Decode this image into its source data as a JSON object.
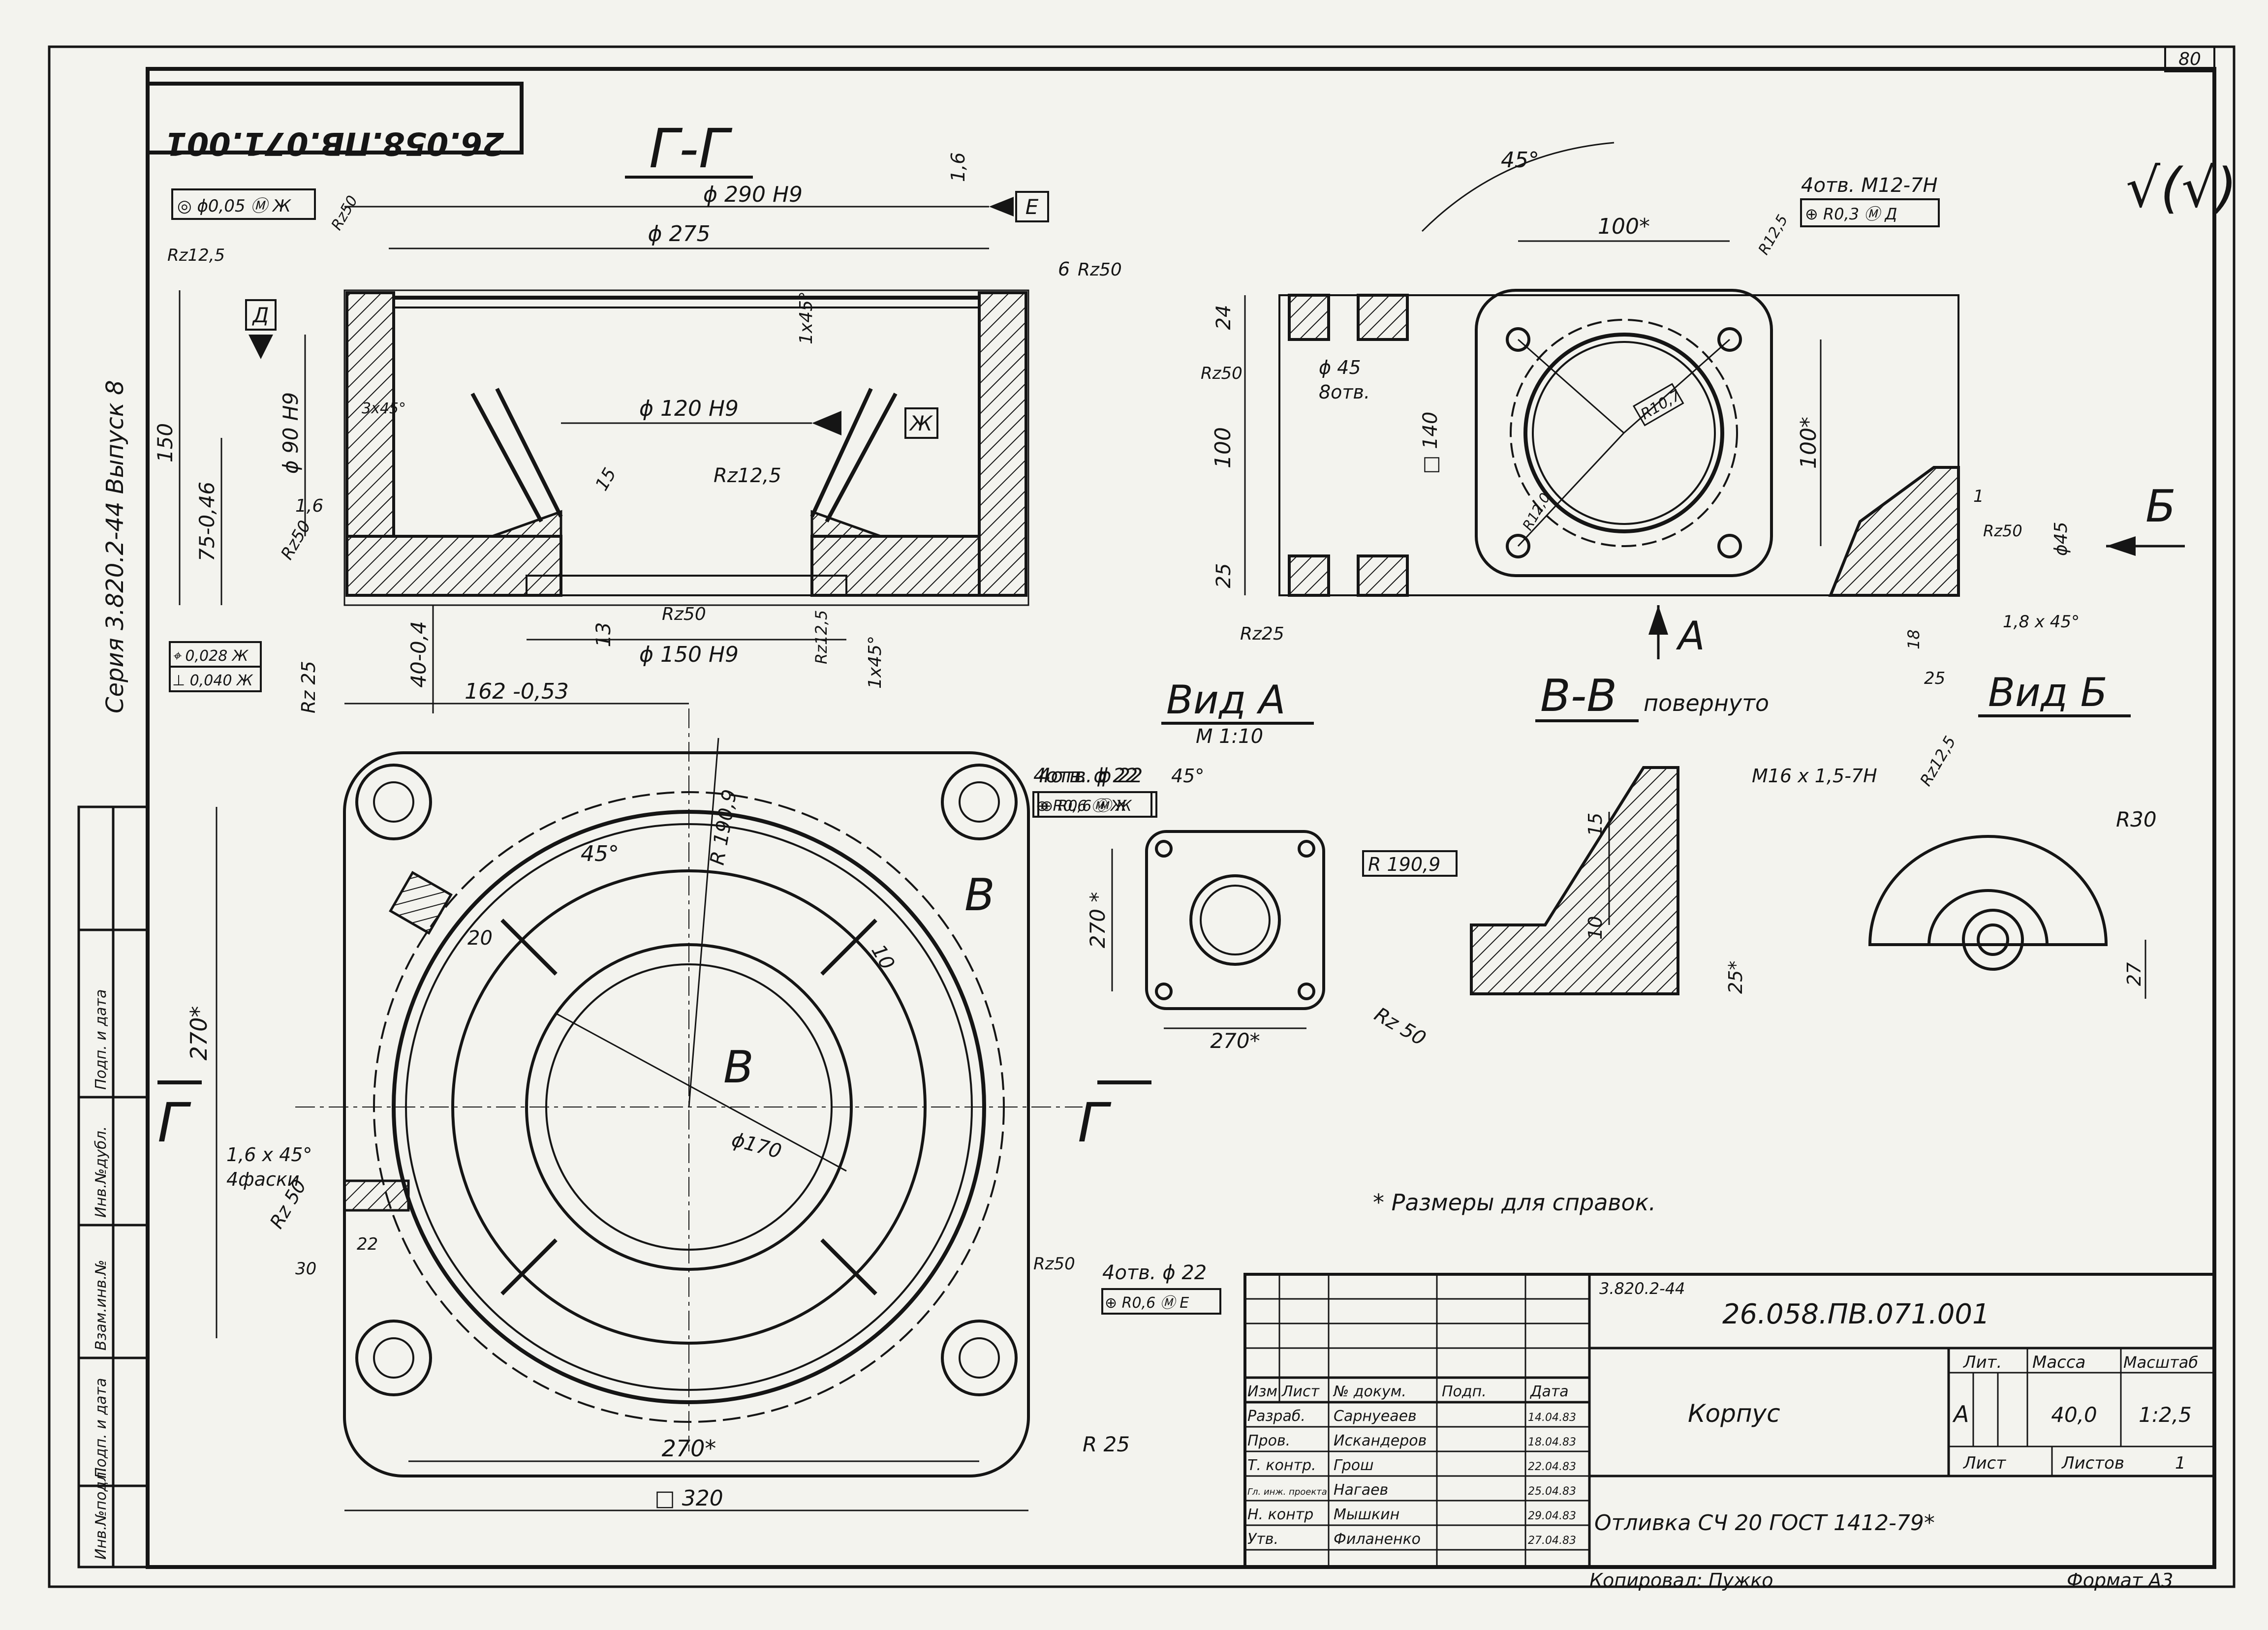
{
  "sheet": {
    "number": "80",
    "rotated_code": "26.058.ПВ.071.001",
    "series": "Серия 3.820.2-44 Выпуск 8",
    "roughness_symbol": "√(√)",
    "note": "* Размеры для справок.",
    "copied_by": "Копировал: Пужко",
    "format": "Формат А3"
  },
  "left_strip": [
    "Инв.№подл.",
    "Подп. и дата",
    "Взам.инв.№",
    "Инв.№дубл.",
    "Подп. и дата"
  ],
  "section_gg": {
    "title": "Г-Г",
    "tol_top": "◎ ϕ0,05 Ⓜ Ж",
    "datum_e": "Е",
    "datum_d": "Д",
    "datum_zh": "Ж",
    "dims": {
      "d290": "ϕ 290 H9",
      "d275": "ϕ 275",
      "d120": "ϕ 120 H9",
      "d150": "ϕ 150 H9",
      "d90": "ϕ 90 H9",
      "h150": "150",
      "h75": "75-0,46",
      "h40": "40-0,4",
      "w162": "162 -0,53",
      "t6": "6",
      "t16a": "1,6",
      "t16b": "1,6",
      "t13": "13",
      "ch1": "1x45°",
      "ch2": "1x45°",
      "a3": "3x45°",
      "a15": "15",
      "rz125a": "Rz12,5",
      "rz125b": "Rz12,5",
      "rz125c": "Rz12,5",
      "rz50a": "Rz50",
      "rz50b": "Rz50",
      "rz50c": "Rz50",
      "rz50d": "Rz50",
      "rz25": "Rz 25"
    },
    "tol_box": [
      "⌖ 0,028 Ж",
      "⊥ 0,040 Ж"
    ]
  },
  "section_vv": {
    "title": "В-В",
    "subtitle": "повернуто",
    "dims": {
      "a45": "45°",
      "d100a": "100*",
      "d100b": "100*",
      "holes": "4отв. М12-7Н",
      "tol": "⊕ R0,3 Ⓜ Д",
      "h24": "24",
      "h100": "100",
      "h25": "25",
      "d45": "ϕ 45",
      "n8": "8отв.",
      "h140": "□ 140",
      "r107": "R10,7",
      "r120": "R12,0",
      "r125": "R12,5",
      "rz50": "Rz50",
      "rz25": "Rz25",
      "rz50b": "Rz50",
      "d45b": "ϕ45",
      "b1": "1",
      "c18": "1,8 x 45°",
      "w18": "18",
      "w25": "25",
      "arrow_a": "А",
      "arrow_b": "Б"
    }
  },
  "view_a": {
    "title": "Вид А",
    "scale": "М 1:10",
    "dims": {
      "holes": "4отв. ϕ 22",
      "tol": "⊕ R0,6 Ⓜ Ж",
      "a45": "45°",
      "w270": "270*",
      "h270": "270 *",
      "r190": "R 190,9",
      "rz50": "Rz 50"
    }
  },
  "view_b": {
    "title": "Вид Б",
    "dims": {
      "thread": "М16 x 1,5-7Н",
      "rz125": "Rz12,5",
      "r30": "R30",
      "h27": "27"
    }
  },
  "detail": {
    "dims": {
      "h15": "15",
      "h10": "10",
      "h25": "25*"
    }
  },
  "plan_view": {
    "dims": {
      "holes_top": "4отв. ϕ 22",
      "tol_top": "⊕ R0,6 Ⓜ Ж",
      "holes_bot": "4отв. ϕ 22",
      "tol_bot": "⊕ R0,6 Ⓜ Е",
      "a45": "45°",
      "r190": "R 190,9",
      "d170": "ϕ170",
      "w20": "20",
      "w10": "10",
      "h270": "270*",
      "w270": "270*",
      "sq320": "□ 320",
      "ch": "1,6 x 45°",
      "fc": "4фаски",
      "rz50a": "Rz 50",
      "rz50b": "Rz50",
      "w22": "22",
      "w30": "30",
      "r25": "R 25",
      "cut_g": "Г",
      "cut_g2": "Г",
      "cut_v": "В",
      "cut_v2": "В"
    }
  },
  "title_block": {
    "series_code": "3.820.2-44",
    "doc_code": "26.058.ПВ.071.001",
    "name": "Корпус",
    "material": "Отливка СЧ 20 ГОСТ 1412-79*",
    "head": {
      "izm": "Изм",
      "list": "Лист",
      "doc": "№ докум.",
      "sign": "Подп.",
      "date": "Дата"
    },
    "rows": [
      {
        "role": "Разраб.",
        "name": "Сарнуеаев",
        "date": "14.04.83"
      },
      {
        "role": "Пров.",
        "name": "Искандеров",
        "date": "18.04.83"
      },
      {
        "role": "Т. контр.",
        "name": "Грош",
        "date": "22.04.83"
      },
      {
        "role": "Гл. инж. проекта",
        "name": "Нагаев",
        "date": "25.04.83"
      },
      {
        "role": "Н. контр",
        "name": "Мышкин",
        "date": "29.04.83"
      },
      {
        "role": "Утв.",
        "name": "Филаненко",
        "date": "27.04.83"
      }
    ],
    "lit_label": "Лит.",
    "mass_label": "Масса",
    "scale_label": "Масштаб",
    "lit": "А",
    "mass": "40,0",
    "scale": "1:2,5",
    "sheet_label": "Лист",
    "sheets_label": "Листов",
    "sheets": "1"
  }
}
